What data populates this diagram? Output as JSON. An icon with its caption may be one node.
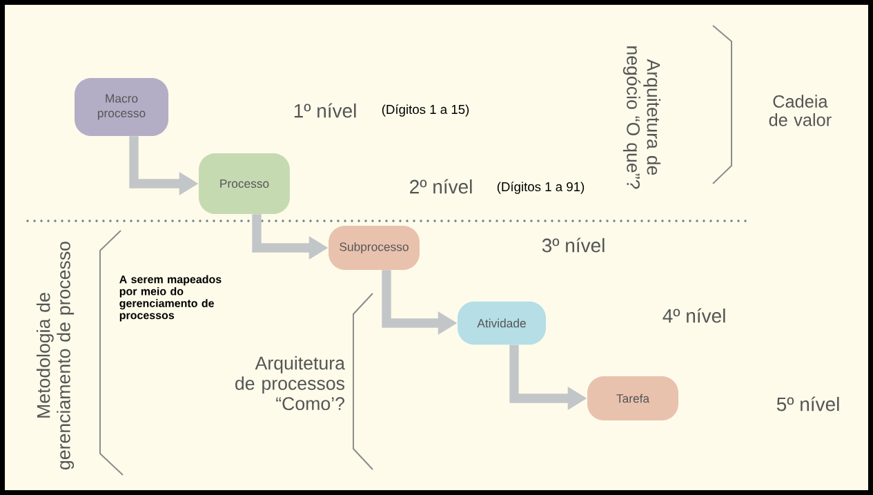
{
  "diagram": {
    "nodes": [
      {
        "text": [
          "Macro processo"
        ]
      },
      {
        "text": [
          "Processo"
        ]
      },
      {
        "text": [
          "Subprocesso"
        ]
      },
      {
        "text": [
          "Atividade"
        ]
      },
      {
        "text": [
          "Tarefa"
        ]
      }
    ],
    "edges": [
      {
        "from": 0,
        "to": 1,
        "arrow": "to"
      },
      {
        "from": 1,
        "to": 2,
        "arrow": "to"
      },
      {
        "from": 2,
        "to": 3,
        "arrow": "to"
      },
      {
        "from": 3,
        "to": 4,
        "arrow": "to"
      }
    ],
    "labels": [
      "Arquitetura de negócio “O que”?",
      "Cadeia de valor",
      "1º nível",
      "(Dígitos 1 a 15)",
      "2º nível",
      "(Dígitos 1 a 91)",
      "3º nível",
      "Metodologia de gerenciamento de processo",
      "A serem mapeados por meio do gerenciamento de processos",
      "4º nível",
      "Arquitetura de processos “Como’?",
      "5º nível"
    ]
  }
}
